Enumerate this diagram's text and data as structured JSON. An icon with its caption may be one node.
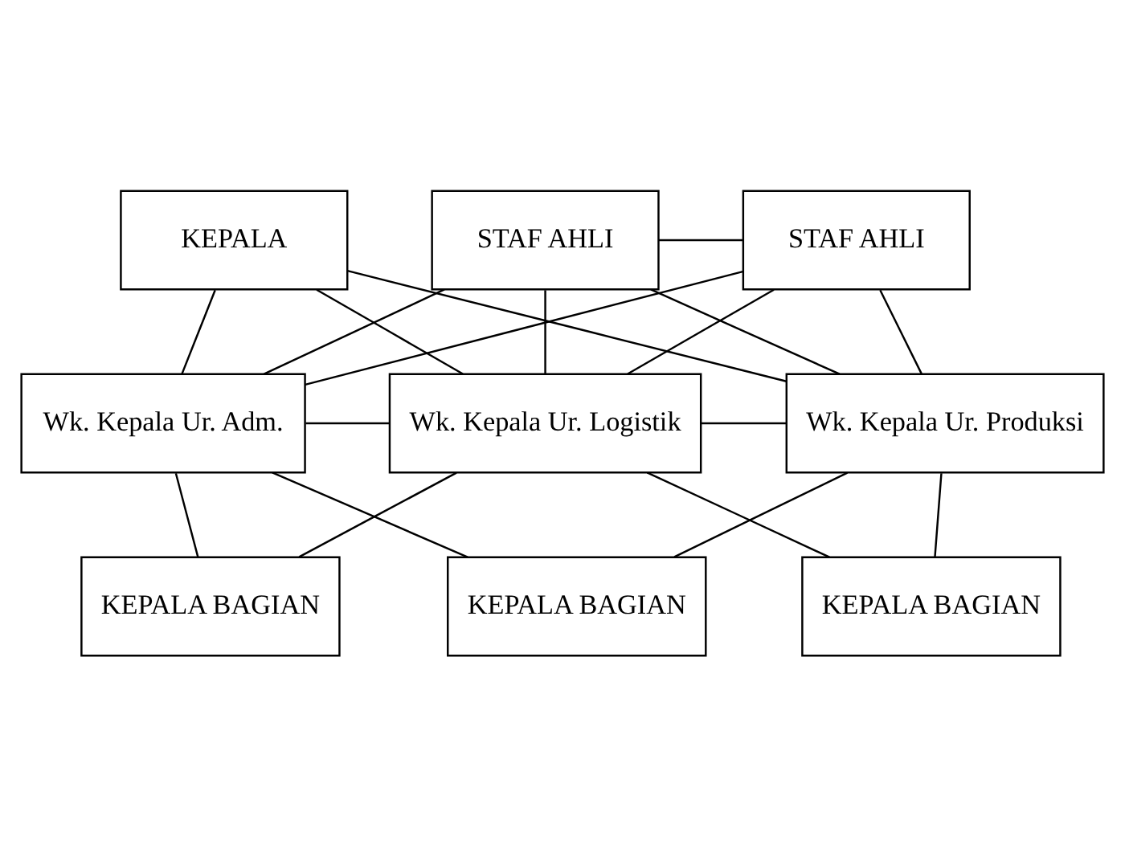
{
  "diagram": {
    "nodes": [
      {
        "text": [
          "KEPALA"
        ]
      },
      {
        "text": [
          "STAF AHLI"
        ]
      },
      {
        "text": [
          "STAF AHLI"
        ]
      },
      {
        "text": [
          "Wk. Kepala Ur. Adm."
        ]
      },
      {
        "text": [
          "Wk. Kepala Ur. Logistik"
        ]
      },
      {
        "text": [
          "Wk. Kepala Ur. Produksi"
        ]
      },
      {
        "text": [
          "KEPALA BAGIAN"
        ]
      },
      {
        "text": [
          "KEPALA BAGIAN"
        ]
      },
      {
        "text": [
          "KEPALA BAGIAN"
        ]
      }
    ],
    "edges": [
      {
        "from": 1,
        "to": 2,
        "arrow": "none"
      },
      {
        "from": 0,
        "to": 3,
        "arrow": "none"
      },
      {
        "from": 0,
        "to": 4,
        "arrow": "none"
      },
      {
        "from": 0,
        "to": 5,
        "arrow": "none"
      },
      {
        "from": 1,
        "to": 3,
        "arrow": "none"
      },
      {
        "from": 1,
        "to": 4,
        "arrow": "none"
      },
      {
        "from": 1,
        "to": 5,
        "arrow": "none"
      },
      {
        "from": 2,
        "to": 3,
        "arrow": "none"
      },
      {
        "from": 2,
        "to": 4,
        "arrow": "none"
      },
      {
        "from": 2,
        "to": 5,
        "arrow": "none"
      },
      {
        "from": 3,
        "to": 4,
        "arrow": "none"
      },
      {
        "from": 4,
        "to": 5,
        "arrow": "none"
      },
      {
        "from": 3,
        "to": 6,
        "arrow": "none"
      },
      {
        "from": 3,
        "to": 7,
        "arrow": "none"
      },
      {
        "from": 4,
        "to": 6,
        "arrow": "none"
      },
      {
        "from": 4,
        "to": 8,
        "arrow": "none"
      },
      {
        "from": 5,
        "to": 7,
        "arrow": "none"
      },
      {
        "from": 5,
        "to": 8,
        "arrow": "none"
      }
    ]
  }
}
